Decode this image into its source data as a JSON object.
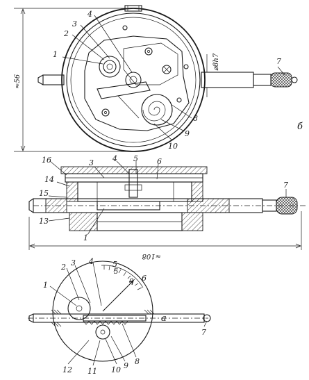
{
  "view_b": {
    "labels": [
      "1",
      "2",
      "3",
      "4",
      "7",
      "8",
      "9",
      "10"
    ],
    "dim_height": "≈56",
    "dim_stem": "⌀8h7",
    "section_letter": "б"
  },
  "view_section": {
    "labels": [
      "16",
      "14",
      "15",
      "13",
      "1",
      "3",
      "4",
      "5",
      "6",
      "7"
    ],
    "dim_length": "≈108"
  },
  "view_a": {
    "labels": [
      "1",
      "2",
      "3",
      "4",
      "5",
      "6",
      "7",
      "8",
      "9",
      "10",
      "11",
      "12"
    ],
    "scale_ticks": [
      "5",
      "0"
    ],
    "section_letter": "а"
  }
}
